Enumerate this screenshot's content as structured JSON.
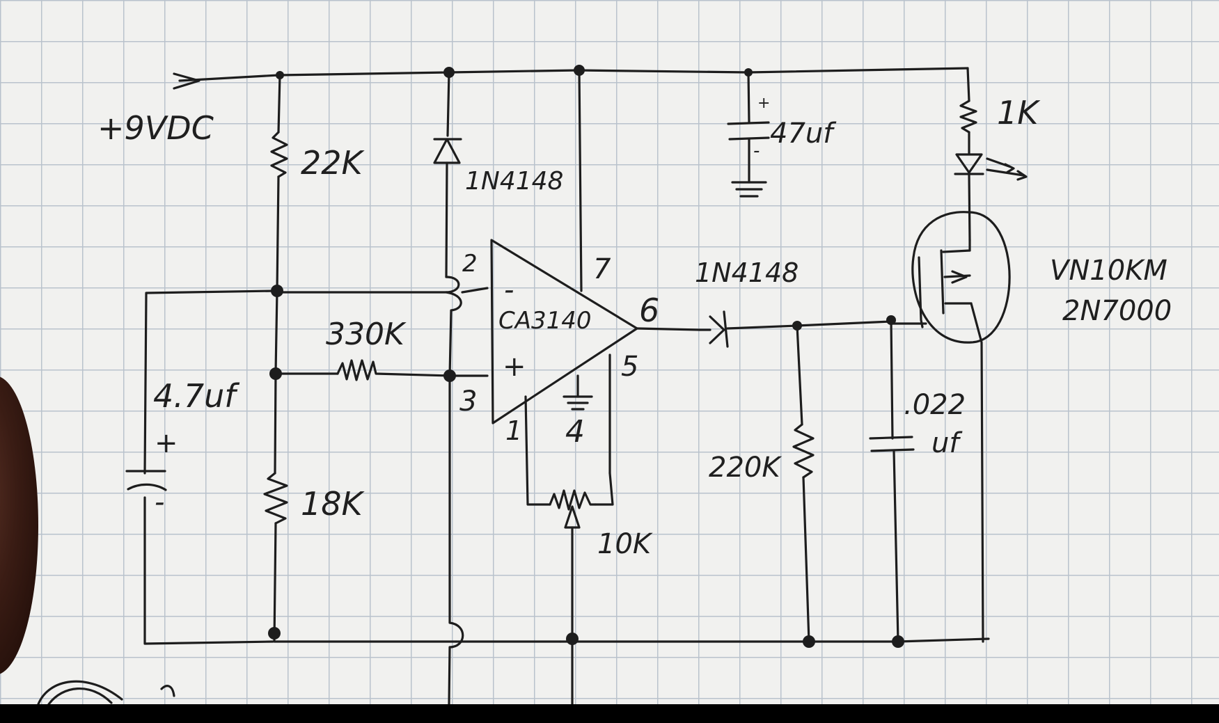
{
  "labels": {
    "supply": "+9VDC",
    "r_top": "22K",
    "r_bottom": "18K",
    "r_feedback": "330K",
    "c_timing": "4.7uf",
    "c_timing_plus": "+",
    "c_timing_minus": "-",
    "diode_top": "1N4148",
    "diode_out": "1N4148",
    "opamp": "CA3140",
    "pin2": "2",
    "pin3": "3",
    "pin7": "7",
    "pin6": "6",
    "pin5": "5",
    "pin4": "4",
    "pin1": "1",
    "opamp_minus": "-",
    "opamp_plus": "+",
    "pot": "10K",
    "c_bulk": "47uf",
    "c_bulk_plus": "+",
    "c_bulk_minus": "-",
    "r_led": "1K",
    "r_out": "220K",
    "c_out_value": ".022",
    "c_out_unit": "uf",
    "mosfet_1": "VN10KM",
    "mosfet_2": "2N7000"
  },
  "colors": {
    "paper": "#f1f1ef",
    "grid": "#b9c2cc",
    "ink": "#1d1d1d"
  }
}
